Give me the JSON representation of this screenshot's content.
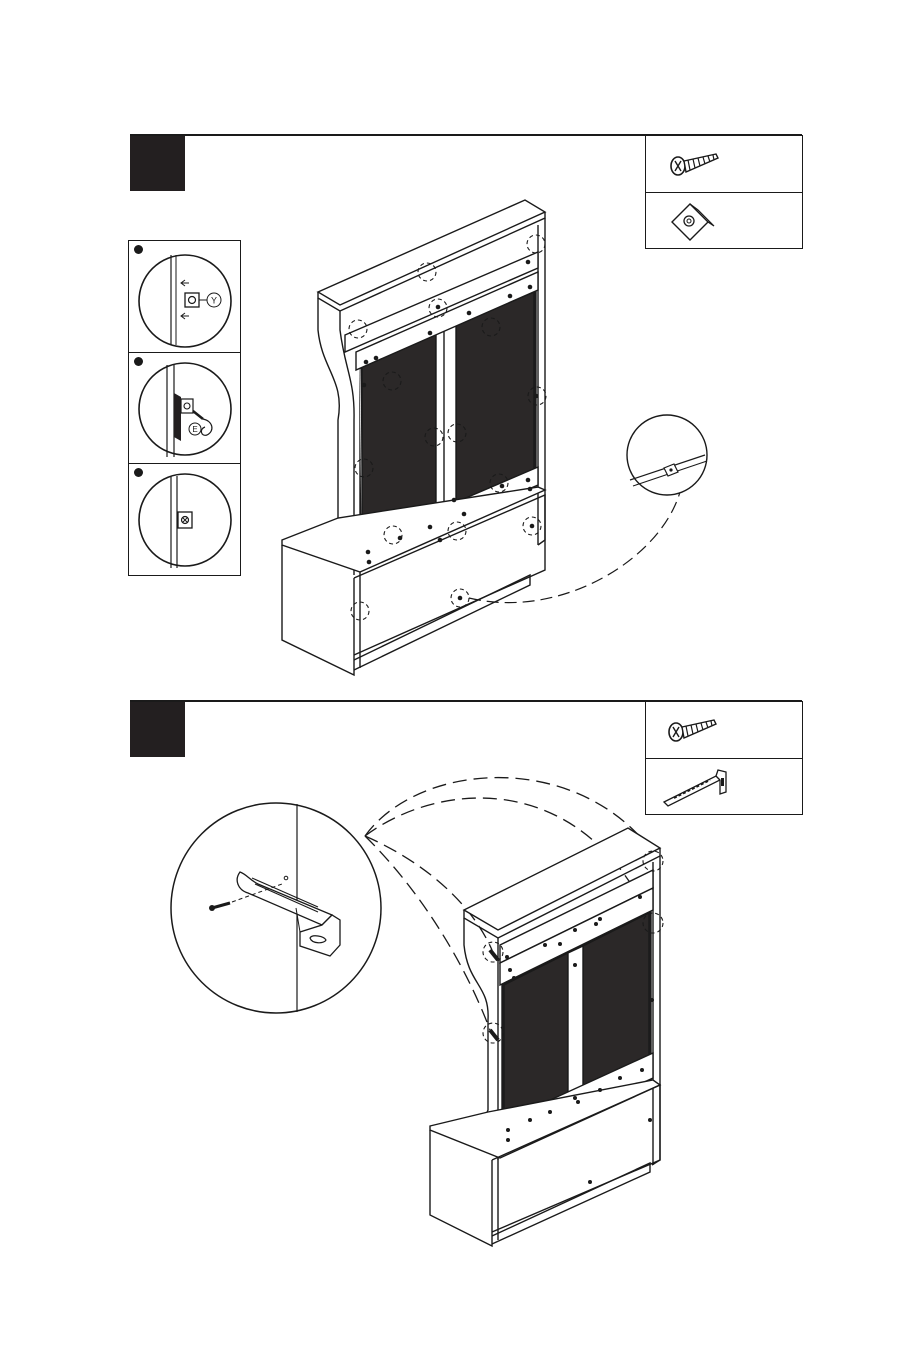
{
  "steps": [
    {
      "badge_color": "#231f20",
      "parts": [
        {
          "name": "screw-icon"
        },
        {
          "name": "corner-bracket-icon"
        }
      ],
      "insets": [
        {
          "name": "inset-step-1",
          "callout_letter": "Y"
        },
        {
          "name": "inset-step-2",
          "callout_letter": "E"
        },
        {
          "name": "inset-step-3"
        }
      ]
    },
    {
      "badge_color": "#231f20",
      "parts": [
        {
          "name": "screw-icon"
        },
        {
          "name": "wall-anchor-bracket-icon"
        }
      ]
    }
  ],
  "colors": {
    "line": "#1a1a1a",
    "badge": "#231f20",
    "paper": "#ffffff"
  }
}
